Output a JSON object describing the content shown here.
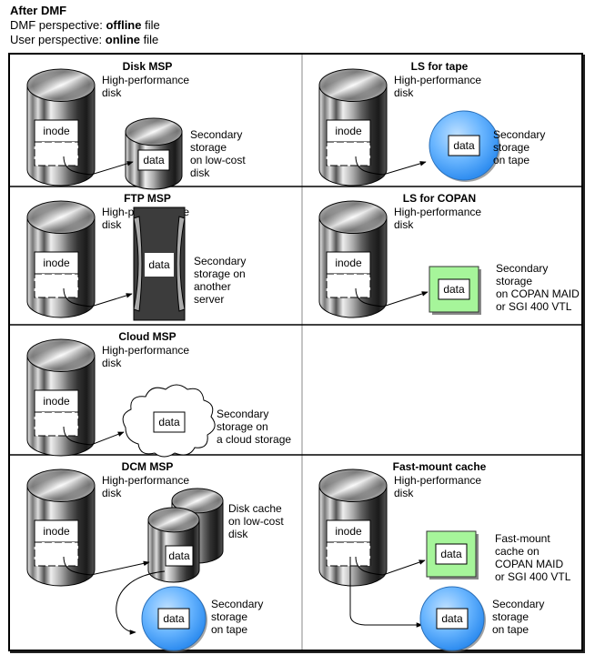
{
  "header": {
    "title": "After DMF",
    "line1_prefix": "DMF perspective: ",
    "line1_bold": "offline",
    "line1_suffix": " file",
    "line2_prefix": "User perspective: ",
    "line2_bold": "online",
    "line2_suffix": " file"
  },
  "common": {
    "primary_disk_label": [
      "High-performance",
      "disk"
    ],
    "inode_label": "inode",
    "data_label": "data"
  },
  "colors": {
    "tape_blue": "#4da6ff",
    "copan_green": "#a6f59a",
    "ftp_server_dark": "#3c3c3c",
    "border": "#000000"
  },
  "panels": [
    {
      "id": "disk-msp",
      "title": "Disk MSP",
      "target_icon": "small-disk-icon",
      "target_label": [
        "Secondary",
        "storage",
        "on low-cost",
        "disk"
      ]
    },
    {
      "id": "ls-tape",
      "title": "LS for tape",
      "target_icon": "tape-icon",
      "target_label": [
        "Secondary",
        "storage",
        "on tape"
      ]
    },
    {
      "id": "ftp-msp",
      "title": "FTP MSP",
      "target_icon": "server-icon",
      "target_label": [
        "Secondary",
        "storage on",
        "another",
        "server"
      ]
    },
    {
      "id": "ls-copan",
      "title": "LS for COPAN",
      "target_icon": "copan-icon",
      "target_label": [
        "Secondary",
        "storage",
        "on COPAN MAID",
        "or SGI 400 VTL"
      ]
    },
    {
      "id": "cloud-msp",
      "title": "Cloud MSP",
      "target_icon": "cloud-icon",
      "target_label": [
        "Secondary",
        "storage on",
        "a cloud storage"
      ]
    },
    {
      "id": "dcm-msp",
      "title": "DCM MSP",
      "target_icon": "disk-cache-icon",
      "target_label": [
        "Disk cache",
        "on low-cost",
        "disk"
      ],
      "second_target_icon": "tape-icon",
      "second_target_label": [
        "Secondary",
        "storage",
        "on tape"
      ]
    },
    {
      "id": "fast-mount",
      "title": "Fast-mount cache",
      "target_icon": "copan-icon",
      "target_label": [
        "Fast-mount",
        "cache on",
        "COPAN MAID",
        "or SGI 400 VTL"
      ],
      "second_target_icon": "tape-icon",
      "second_target_label": [
        "Secondary",
        "storage",
        "on tape"
      ]
    }
  ]
}
